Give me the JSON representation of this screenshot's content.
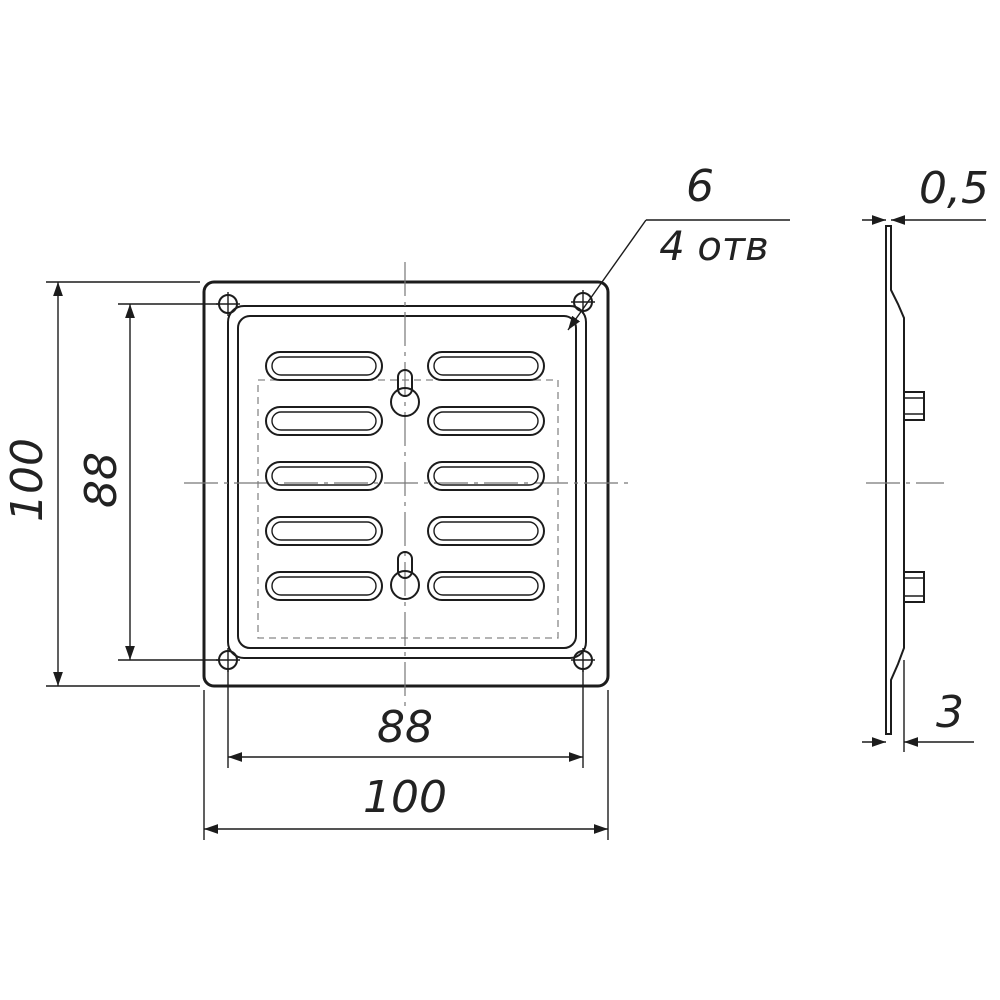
{
  "front_view": {
    "outer_width": "100",
    "outer_height": "100",
    "hole_spacing_width": "88",
    "hole_spacing_height": "88",
    "hole_diameter": "6",
    "hole_count": "4 отв",
    "slot_columns": 2,
    "slot_rows": 5
  },
  "side_view": {
    "sheet_thickness": "0,5",
    "total_depth": "3"
  }
}
